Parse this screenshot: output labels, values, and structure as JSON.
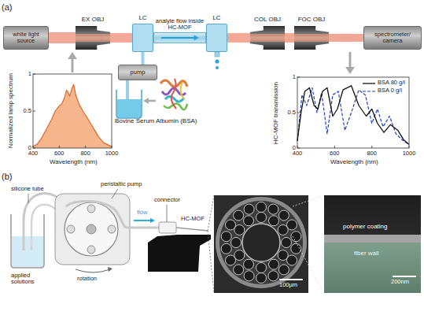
{
  "diagram": {
    "nodes": [
      {
        "text": [
          "white light source"
        ]
      },
      {
        "text": [
          "EX OBJ"
        ]
      },
      {
        "text": [
          "LC"
        ]
      },
      {
        "text": [
          "analyte flow inside HC-MOF"
        ]
      },
      {
        "text": [
          "LC"
        ]
      },
      {
        "text": [
          "COL OBJ"
        ]
      },
      {
        "text": [
          "FOC OBJ"
        ]
      },
      {
        "text": [
          "spectrometer/ camera"
        ]
      },
      {
        "text": [
          "pump"
        ]
      }
    ],
    "edges": [
      {
        "from": 0,
        "to": 1,
        "arrow": "none"
      },
      {
        "from": 1,
        "to": 2,
        "arrow": "none"
      },
      {
        "from": 4,
        "to": 5,
        "arrow": "none"
      },
      {
        "from": 5,
        "to": 6,
        "arrow": "none"
      },
      {
        "from": 6,
        "to": 7,
        "arrow": "none"
      },
      {
        "from": 8,
        "to": 2,
        "arrow": "none"
      }
    ],
    "labels": [
      "(a)",
      "Normalized lamp spectrum",
      "1",
      "0.5",
      "0",
      "400",
      "600",
      "800",
      "1000",
      "Wavelength (nm)",
      "Bovine Serum Albumin (BSA)",
      "HC-MOF transmission",
      "1",
      "0.5",
      "0",
      "400",
      "600",
      "800",
      "1000",
      "Wavelength (nm)",
      "(b)",
      "silicone tube",
      "peristaltic pump",
      "connector",
      "flow",
      "HC-MOF",
      "applied solutions",
      "rotation",
      "100µm",
      "polymer coating",
      "fiber wall",
      "200nm"
    ],
    "legend": [
      {
        "text": "BSA 80 g/l"
      },
      {
        "text": "BSA 0 g/l"
      }
    ]
  }
}
